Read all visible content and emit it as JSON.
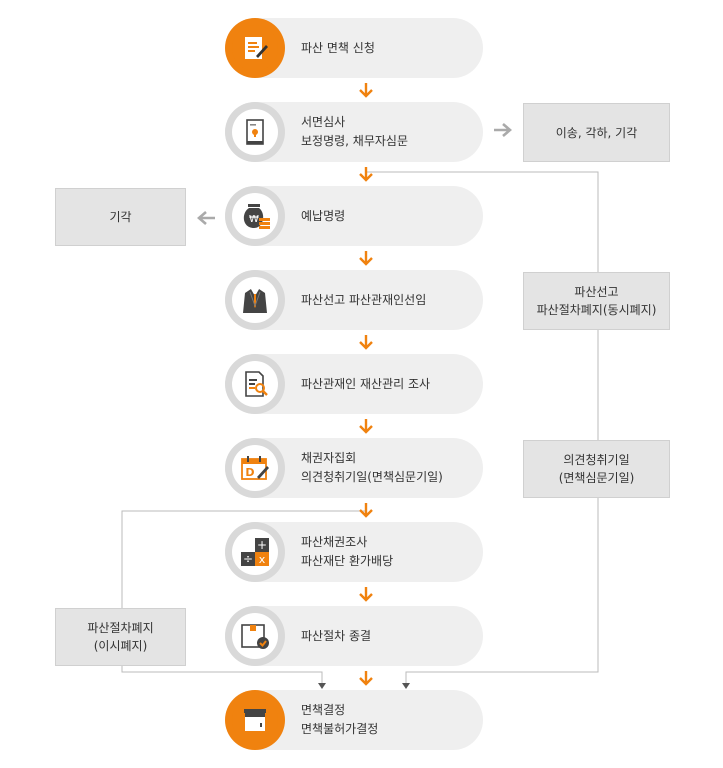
{
  "steps": [
    {
      "lines": [
        "파산 면책 신청"
      ],
      "icon": "document-edit-icon"
    },
    {
      "lines": [
        "서면심사",
        "보정명령, 채무자심문"
      ],
      "icon": "document-lock-icon"
    },
    {
      "lines": [
        "예납명령"
      ],
      "icon": "money-bag-icon"
    },
    {
      "lines": [
        "파산선고 파산관재인선임"
      ],
      "icon": "suit-icon"
    },
    {
      "lines": [
        "파산관재인 재산관리 조사"
      ],
      "icon": "document-search-icon"
    },
    {
      "lines": [
        "채권자집회",
        "의견청취기일(면책심문기일)"
      ],
      "icon": "calendar-icon"
    },
    {
      "lines": [
        "파산채권조사",
        "파산재단 환가배당"
      ],
      "icon": "calculator-icon"
    },
    {
      "lines": [
        "파산절차 종결"
      ],
      "icon": "box-check-icon"
    },
    {
      "lines": [
        "면책결정",
        "면책불허가결정"
      ],
      "icon": "box-icon"
    }
  ],
  "side_boxes": {
    "dismiss": {
      "lines": [
        "이송, 각하, 기각"
      ]
    },
    "reject": {
      "lines": [
        "기각"
      ]
    },
    "simultaneous": {
      "lines": [
        "파산선고",
        "파산절차폐지(동시폐지)"
      ]
    },
    "hearing": {
      "lines": [
        "의견청취기일",
        "(면책심문기일)"
      ]
    },
    "different_time": {
      "lines": [
        "파산절차폐지",
        "(이시폐지)"
      ]
    }
  },
  "colors": {
    "accent": "#f0820f",
    "circle_gray": "#d9d9d9",
    "pill_bg": "#efefef",
    "box_bg": "#e4e4e4"
  }
}
